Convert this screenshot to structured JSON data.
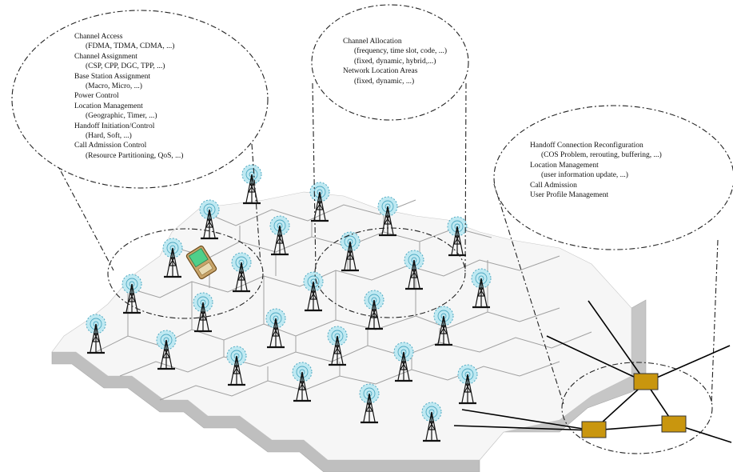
{
  "callouts": {
    "left": {
      "lines": [
        {
          "text": "Channel Access",
          "indent": false
        },
        {
          "text": "(FDMA, TDMA, CDMA, ...)",
          "indent": true
        },
        {
          "text": "Channel Assignment",
          "indent": false
        },
        {
          "text": "(CSP, CPP, DGC, TPP, ...)",
          "indent": true
        },
        {
          "text": "Base Station Assignment",
          "indent": false
        },
        {
          "text": "(Macro, Micro, ...)",
          "indent": true
        },
        {
          "text": "Power Control",
          "indent": false
        },
        {
          "text": "Location Management",
          "indent": false
        },
        {
          "text": "(Geographic, Timer, ...)",
          "indent": true
        },
        {
          "text": "Handoff Initiation/Control",
          "indent": false
        },
        {
          "text": "(Hard, Soft, ...)",
          "indent": true
        },
        {
          "text": "Call Admission Control",
          "indent": false
        },
        {
          "text": "(Resource Partitioning,  QoS, ...)",
          "indent": true
        }
      ]
    },
    "middle": {
      "lines": [
        {
          "text": "Channel Allocation",
          "indent": false
        },
        {
          "text": "(frequency, time slot, code, ...)",
          "indent": true
        },
        {
          "text": "(fixed, dynamic, hybrid,...)",
          "indent": true
        },
        {
          "text": "Network Location Areas",
          "indent": false
        },
        {
          "text": "(fixed, dynamic, ...)",
          "indent": true
        }
      ]
    },
    "right": {
      "lines": [
        {
          "text": "Handoff Connection Reconfiguration",
          "indent": false
        },
        {
          "text": "(COS Problem, rerouting, buffering, ...)",
          "indent": true
        },
        {
          "text": "Location Management",
          "indent": false
        },
        {
          "text": "(user information update, ...)",
          "indent": true
        },
        {
          "text": "Call Admission",
          "indent": false
        },
        {
          "text": "User Profile Management",
          "indent": false
        }
      ]
    }
  },
  "colors": {
    "platform_top": "#f4f4f4",
    "platform_side": "#bfbfbf",
    "cell_line": "#9a9a9a",
    "antenna_glow": "#bfe9f2",
    "antenna_ring": "#4fa9c2",
    "node_fill": "#c9960e",
    "phone": "#4fcf8a",
    "link": "#000000"
  }
}
